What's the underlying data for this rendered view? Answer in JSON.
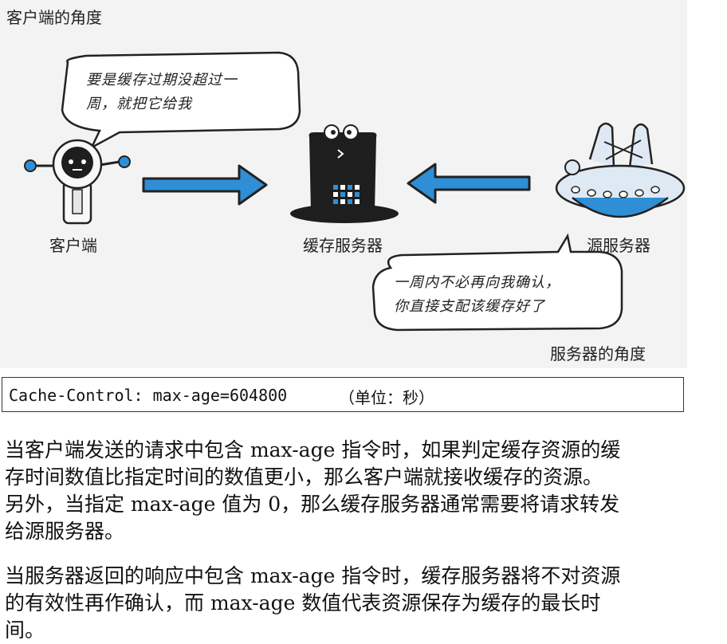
{
  "figure": {
    "client_view_label": "客户端的角度",
    "server_view_label": "服务器的角度",
    "client_label": "客户端",
    "cache_server_label": "缓存服务器",
    "origin_server_label": "源服务器",
    "client_bubble": [
      "要是缓存过期没超过一",
      "周，就把它给我"
    ],
    "server_bubble": [
      "一周内不必再向我确认，",
      "你直接支配该缓存好了"
    ]
  },
  "code_box": {
    "code": "Cache-Control: max-age=604800",
    "unit": "（单位：秒）"
  },
  "paragraphs": [
    [
      "当客户端发送的请求中包含 max-age 指令时，如果判定缓存资源的缓",
      "存时间数值比指定时间的数值更小，那么客户端就接收缓存的资源。",
      "另外，当指定 max-age 值为 0，那么缓存服务器通常需要将请求转发",
      "给源服务器。"
    ],
    [
      "当服务器返回的响应中包含 max-age 指令时，缓存服务器将不对资源",
      "的有效性再作确认，而 max-age 数值代表资源保存为缓存的最长时",
      "间。"
    ]
  ],
  "colors": {
    "arrow_blue": "#2f8fd6",
    "dark": "#1e1e1e",
    "ufo_light": "#dfe9f4",
    "code_border": "#333333"
  },
  "icons": [
    "robot-client-icon",
    "hat-cache-server-icon",
    "ufo-origin-server-icon",
    "right-arrow-icon",
    "left-arrow-icon"
  ]
}
